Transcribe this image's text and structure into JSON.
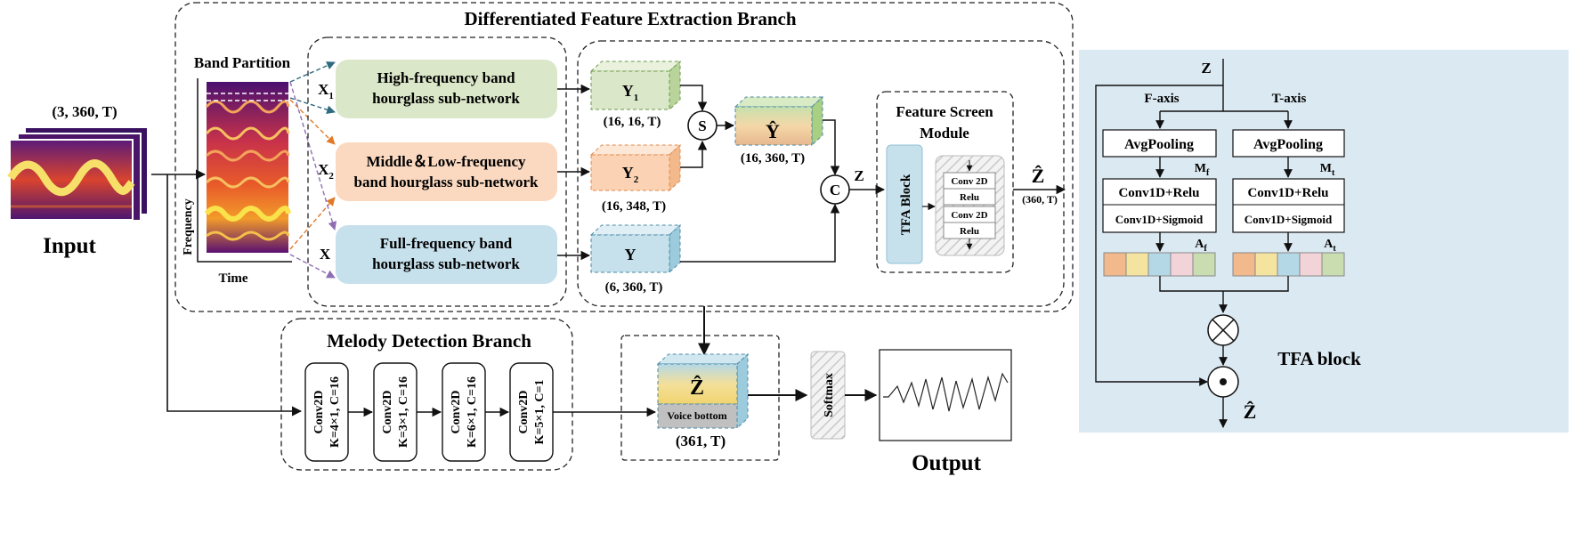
{
  "main_branch": {
    "title": "Differentiated Feature Extraction Branch"
  },
  "input": {
    "shape": "(3, 360, T)",
    "label": "Input"
  },
  "band_partition": {
    "title": "Band Partition",
    "y_axis": "Frequency",
    "x_axis": "Time"
  },
  "inputs": {
    "x1": "X",
    "x1_sub": "1",
    "x2": "X",
    "x2_sub": "2",
    "x": "X"
  },
  "subnetworks": {
    "high_line1": "High-frequency band",
    "high_line2": "hourglass sub-network",
    "mid_line1": "Middle＆Low-frequency",
    "mid_line2": "band hourglass sub-network",
    "full_line1": "Full-frequency band",
    "full_line2": "hourglass sub-network"
  },
  "features": {
    "y1": "Y",
    "y1_sub": "1",
    "y1_shape": "(16, 16, T)",
    "y2": "Y",
    "y2_sub": "2",
    "y2_shape": "(16, 348, T)",
    "y": "Y",
    "y_shape": "(6, 360, T)",
    "yhat": "Ŷ",
    "yhat_shape": "(16, 360, T)",
    "s_op": "S",
    "c_op": "C",
    "z": "Z"
  },
  "feature_screen": {
    "title_line1": "Feature Screen",
    "title_line2": "Module",
    "tfa_label": "TFA Block",
    "layers": [
      "Conv 2D",
      "Relu",
      "Conv 2D",
      "Relu"
    ],
    "output": "Ẑ",
    "output_shape": "(360, T)"
  },
  "melody_branch": {
    "title": "Melody Detection Branch",
    "blocks": [
      {
        "name": "Conv2D",
        "params": "K=4×1, C=16"
      },
      {
        "name": "Conv2D",
        "params": "K=3×1, C=16"
      },
      {
        "name": "Conv2D",
        "params": "K=6×1, C=16"
      },
      {
        "name": "Conv2D",
        "params": "K=5×1, C=1"
      }
    ]
  },
  "output_stage": {
    "zhat": "Ẑ",
    "voice_bottom": "Voice bottom",
    "shape": "(361, T)",
    "softmax": "Softmax",
    "label": "Output"
  },
  "tfa_block": {
    "input": "Z",
    "f_axis": "F-axis",
    "t_axis": "T-axis",
    "pool_f": "AvgPooling",
    "pool_t": "AvgPooling",
    "m": "M",
    "mf_sub": "f",
    "mt_sub": "t",
    "conv_relu_f": "Conv1D+Relu",
    "conv_sig_f": "Conv1D+Sigmoid",
    "conv_relu_t": "Conv1D+Relu",
    "conv_sig_t": "Conv1D+Sigmoid",
    "a": "A",
    "af_sub": "f",
    "at_sub": "t",
    "title": "TFA block",
    "output": "Ẑ",
    "bg_color": "#dbe9f2",
    "cell_colors": [
      "#f2b98d",
      "#f5e4a0",
      "#b5d8e6",
      "#f2d4d8",
      "#c9ddb0"
    ]
  },
  "colors": {
    "high_band": "#dbe7c9",
    "mid_band": "#fbd9c0",
    "full_band": "#c7e1ec",
    "arrow_teal": "#2f6b7e",
    "arrow_orange": "#e07a28",
    "arrow_purple": "#8e6fb4"
  }
}
